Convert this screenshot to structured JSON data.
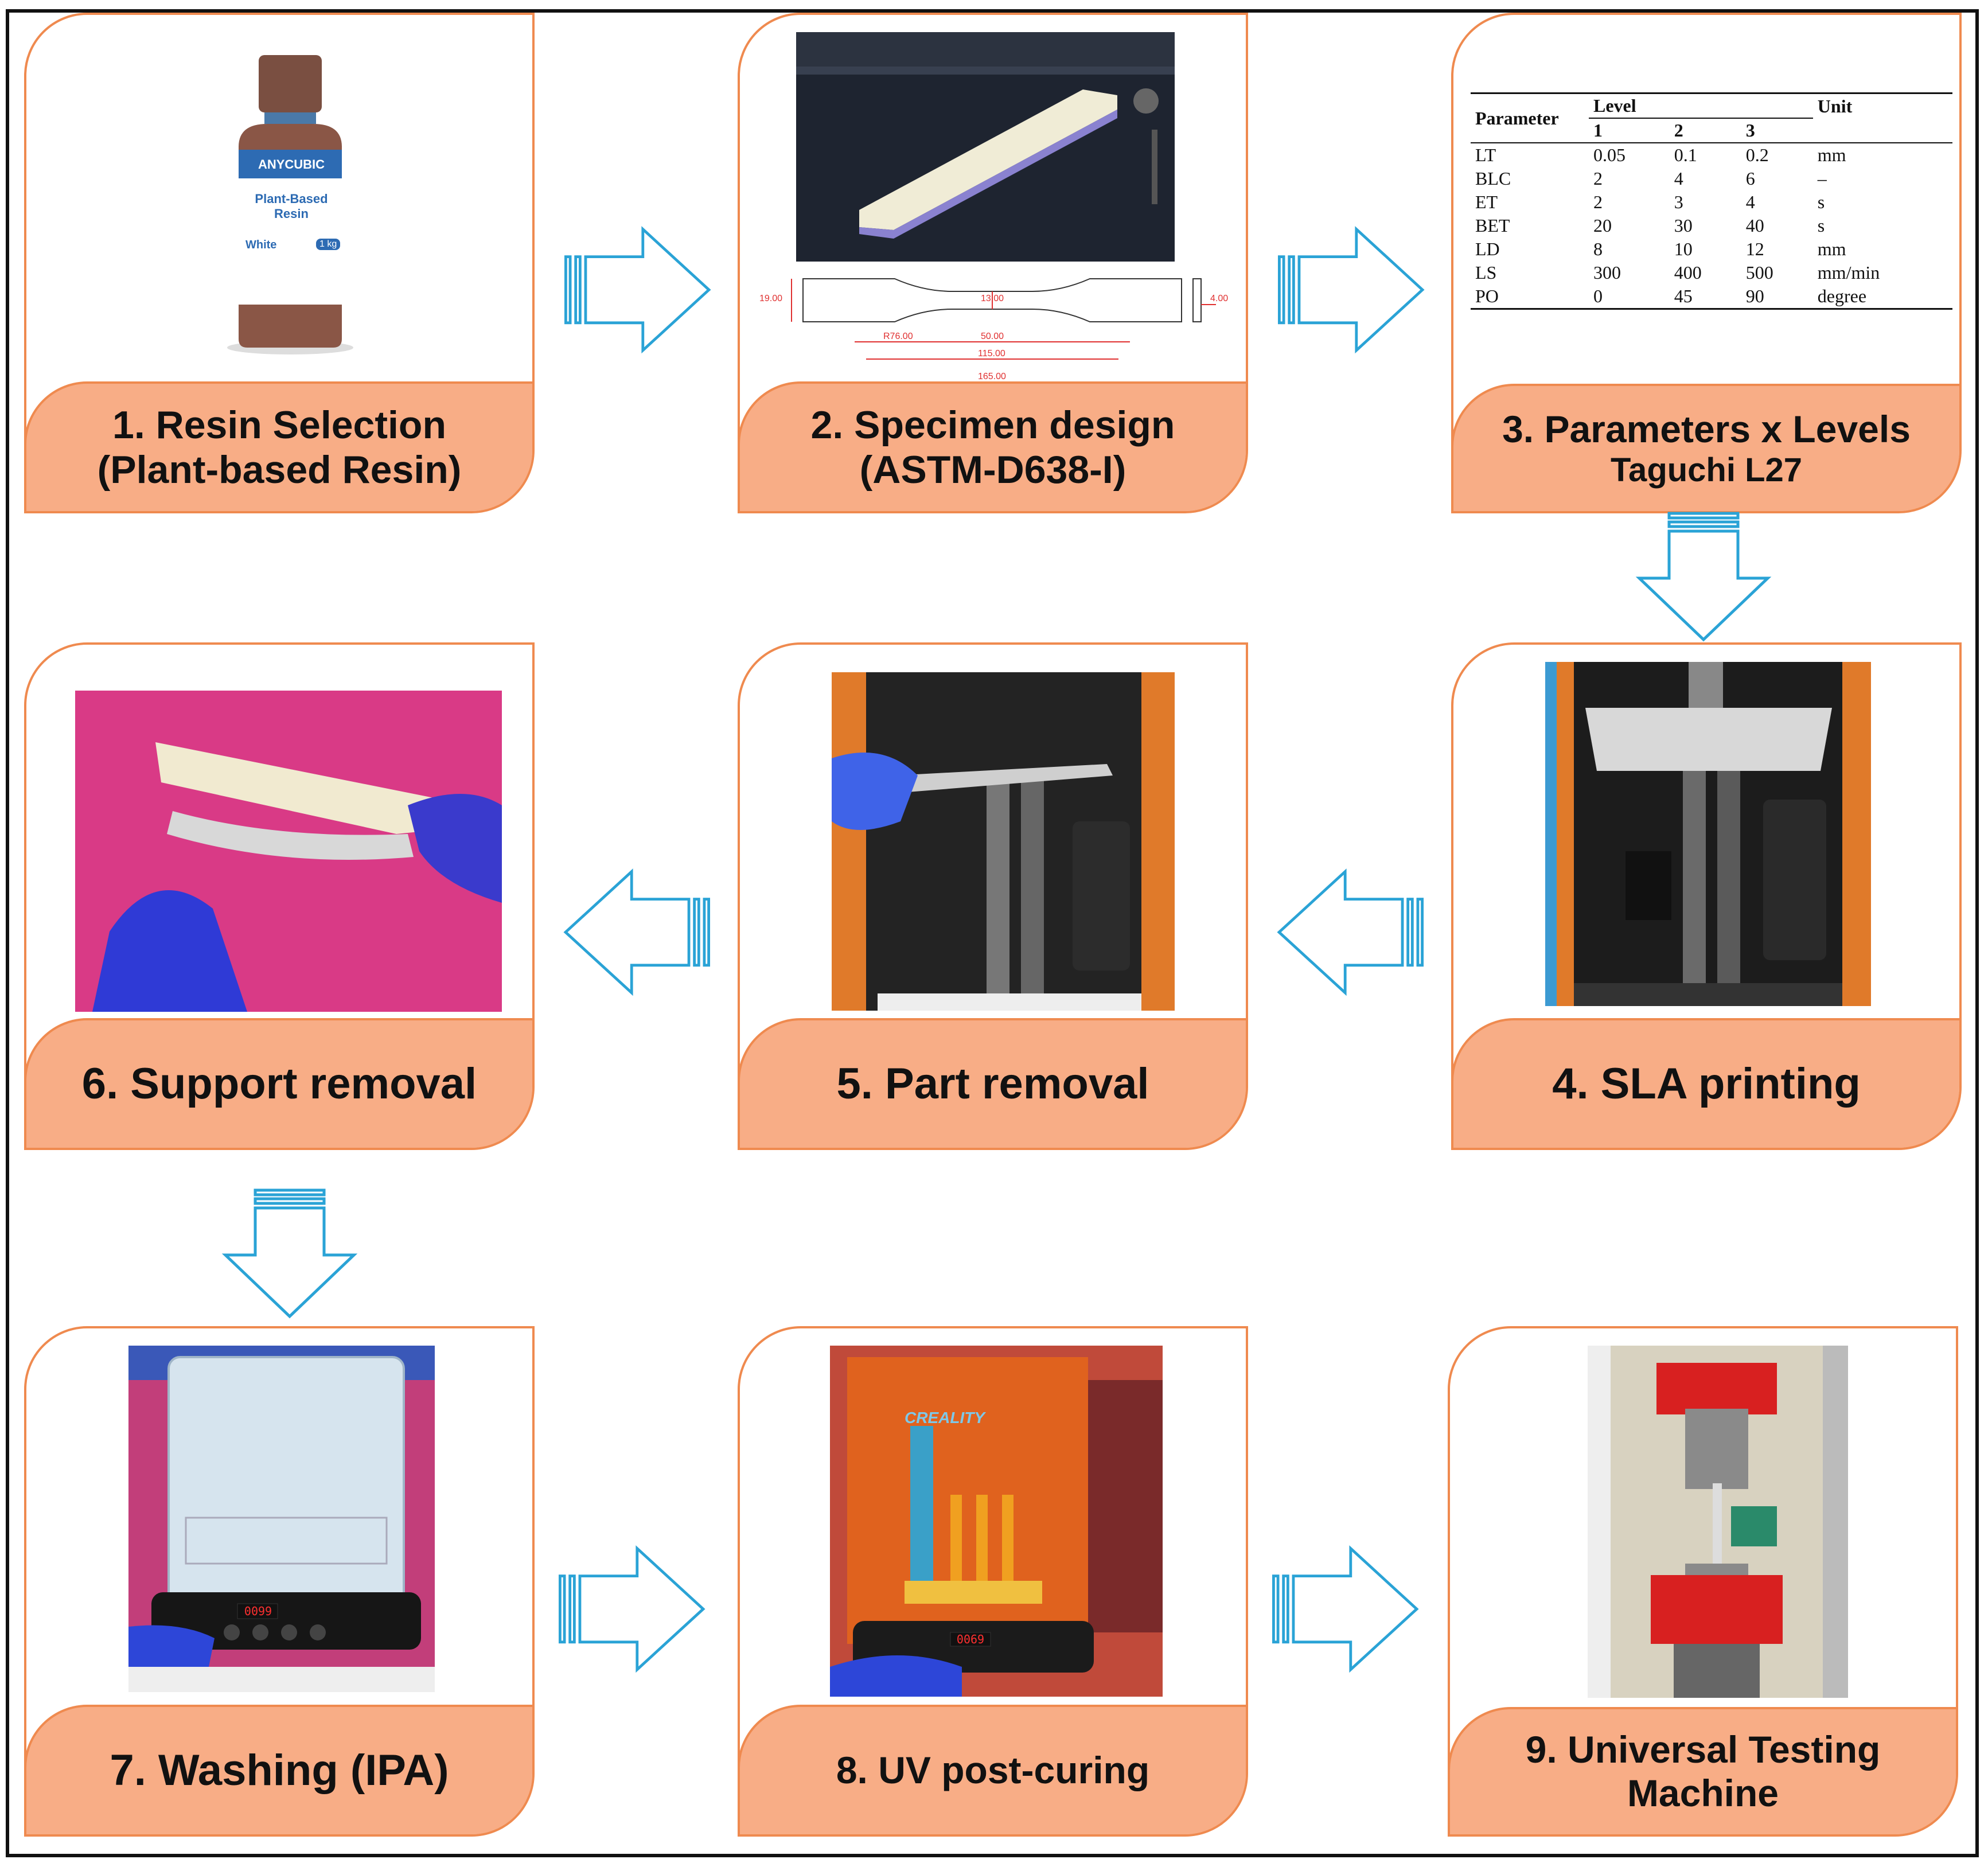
{
  "steps": [
    {
      "caption1": "1. Resin Selection",
      "caption2": "(Plant-based Resin)"
    },
    {
      "caption1": "2. Specimen design",
      "caption2": "(ASTM-D638-I)"
    },
    {
      "caption1": "3. Parameters x Levels",
      "caption2": "Taguchi L27"
    },
    {
      "caption1": "4. SLA printing"
    },
    {
      "caption1": "5. Part removal"
    },
    {
      "caption1": "6. Support removal"
    },
    {
      "caption1": "7. Washing (IPA)"
    },
    {
      "caption1": "8. UV post-curing"
    },
    {
      "caption1": "9. Universal Testing",
      "caption2": "Machine"
    }
  ],
  "resin_bottle": {
    "brand": "ANYCUBIC",
    "product": "Plant-Based Resin",
    "color": "White",
    "volume": "1 kg"
  },
  "drawing": {
    "dim_width": "19.00",
    "dim_narrow": "13.00",
    "dim_radius": "R76.00",
    "dim_gauge": "50.00",
    "dim_between": "115.00",
    "dim_overall": "165.00",
    "dim_thickness": "4.00"
  },
  "param_table": {
    "header_param": "Parameter",
    "header_level": "Level",
    "header_unit": "Unit",
    "level_cols": [
      "1",
      "2",
      "3"
    ],
    "rows": [
      {
        "name": "LT",
        "l1": "0.05",
        "l2": "0.1",
        "l3": "0.2",
        "unit": "mm"
      },
      {
        "name": "BLC",
        "l1": "2",
        "l2": "4",
        "l3": "6",
        "unit": "–"
      },
      {
        "name": "ET",
        "l1": "2",
        "l2": "3",
        "l3": "4",
        "unit": "s"
      },
      {
        "name": "BET",
        "l1": "20",
        "l2": "30",
        "l3": "40",
        "unit": "s"
      },
      {
        "name": "LD",
        "l1": "8",
        "l2": "10",
        "l3": "12",
        "unit": "mm"
      },
      {
        "name": "LS",
        "l1": "300",
        "l2": "400",
        "l3": "500",
        "unit": "mm/min"
      },
      {
        "name": "PO",
        "l1": "0",
        "l2": "45",
        "l3": "90",
        "unit": "degree"
      }
    ]
  },
  "wash_display": "0099",
  "cure_display": "0069",
  "cure_brand": "CREALITY",
  "colors": {
    "border": "#ef8a4f",
    "caption_fill": "#f8ad86",
    "arrow": "#2aa3d6"
  }
}
